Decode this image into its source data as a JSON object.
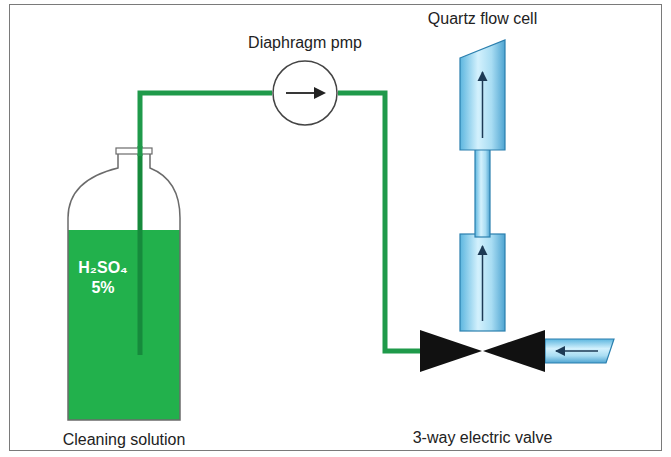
{
  "diagram": {
    "nodes": [
      {
        "text": [
          "H₂SO₄ 5%",
          "Cleaning solution"
        ]
      },
      {
        "text": [
          "Diaphragm pmp"
        ]
      },
      {
        "text": [
          "3-way electric valve"
        ]
      },
      {
        "text": [
          "Quartz flow cell"
        ]
      }
    ],
    "edges": [
      {
        "from": 0,
        "to": 1,
        "arrow": "none"
      },
      {
        "from": 1,
        "to": 2,
        "arrow": "none"
      },
      {
        "from": 2,
        "to": 3,
        "arrow": "to"
      }
    ]
  }
}
